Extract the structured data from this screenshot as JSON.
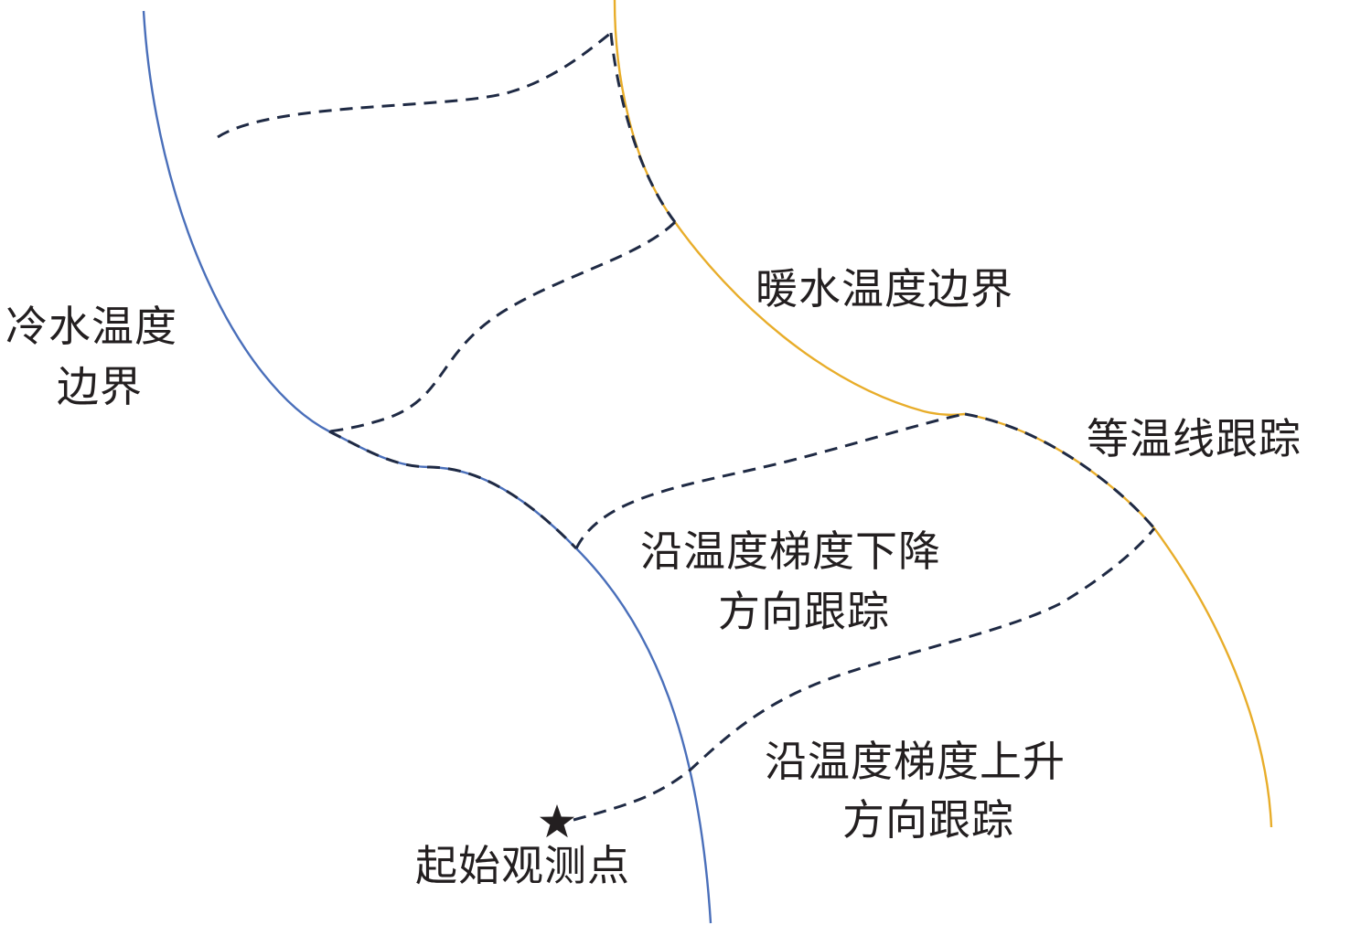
{
  "colors": {
    "cold_boundary": "#4a6fba",
    "warm_boundary": "#e8ad2a",
    "track": "#1f2a44",
    "text": "#231f20"
  },
  "labels": {
    "cold_boundary_line1": "冷水温度",
    "cold_boundary_line2": "边界",
    "warm_boundary": "暖水温度边界",
    "isotherm_tracking": "等温线跟踪",
    "gradient_descent_line1": "沿温度梯度下降",
    "gradient_descent_line2": "方向跟踪",
    "gradient_ascent_line1": "沿温度梯度上升",
    "gradient_ascent_line2": "方向跟踪",
    "start_point": "起始观测点"
  },
  "icons": {
    "start_marker": "star-icon"
  }
}
